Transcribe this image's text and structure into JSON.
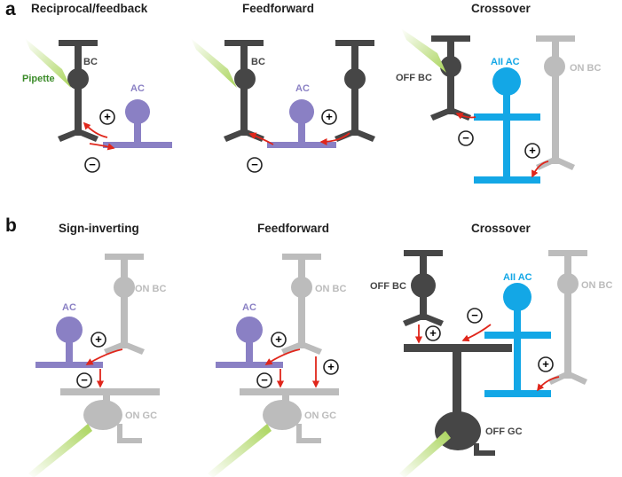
{
  "panel_a": {
    "letter": "a",
    "titles": [
      "Reciprocal/feedback",
      "Feedforward",
      "Crossover"
    ],
    "labels": {
      "bc_1": "BC",
      "pipette": "Pipette",
      "ac_1": "AC",
      "bc_2": "BC",
      "ac_2": "AC",
      "off_bc": "OFF BC",
      "aii_ac": "AII AC",
      "on_bc": "ON BC"
    }
  },
  "panel_b": {
    "letter": "b",
    "titles": [
      "Sign-inverting",
      "Feedforward",
      "Crossover"
    ],
    "labels": {
      "ac_1": "AC",
      "on_bc_1": "ON BC",
      "on_gc_1": "ON GC",
      "ac_2": "AC",
      "on_bc_2": "ON BC",
      "on_gc_2": "ON GC",
      "off_bc": "OFF BC",
      "aii_ac": "AII AC",
      "on_bc_3": "ON BC",
      "off_gc": "OFF GC"
    }
  },
  "signs": {
    "plus": "+",
    "minus": "−"
  },
  "colors": {
    "dark_cell": "#464646",
    "light_cell": "#bcbcbc",
    "amacrine": "#8a80c4",
    "aii_amacrine": "#13a7e6",
    "arrow": "#e0261b",
    "pipette_tip": "#a9d45a",
    "pipette_label": "#3c8c2a"
  }
}
